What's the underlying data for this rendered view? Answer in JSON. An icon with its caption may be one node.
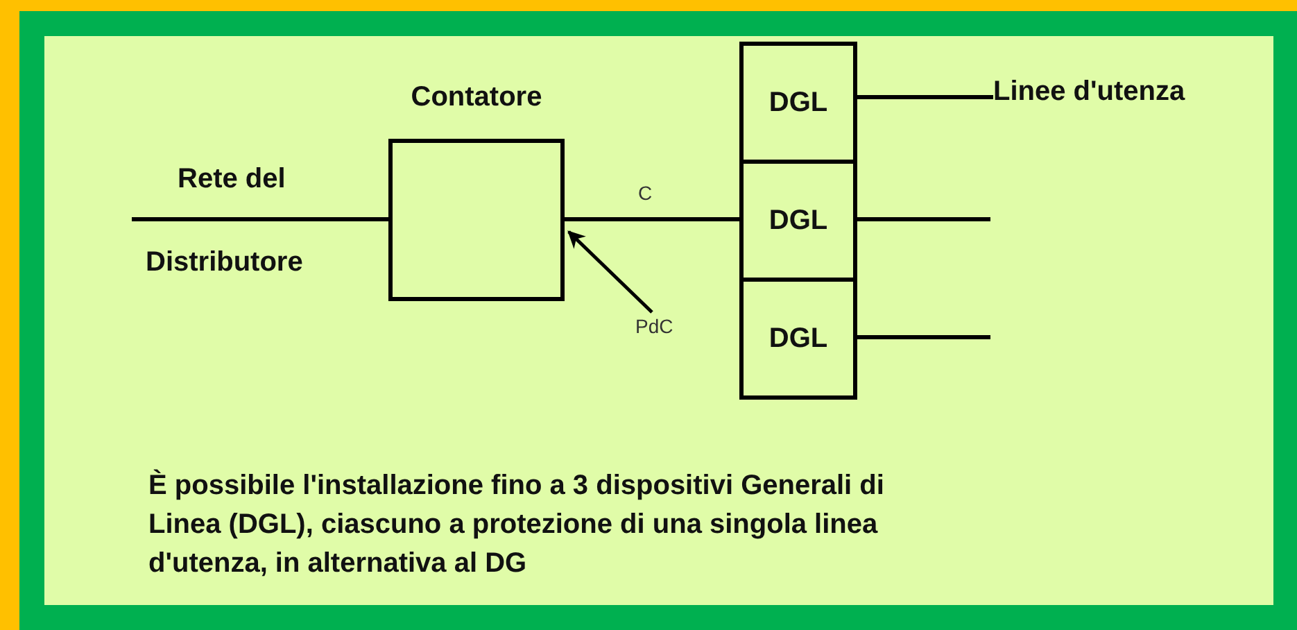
{
  "diagram": {
    "nodes": [
      {
        "text": [
          "Contatore"
        ]
      },
      {
        "text": [
          "DGL"
        ]
      },
      {
        "text": [
          "DGL"
        ]
      },
      {
        "text": [
          "DGL"
        ]
      },
      {
        "text": [
          "Linee d'utenza"
        ]
      },
      {
        "text": [
          "PdC"
        ]
      }
    ],
    "edges": [
      {
        "from": null,
        "to": 0,
        "arrow": "none"
      },
      {
        "from": 0,
        "to": 2,
        "arrow": "none",
        "label": "C"
      },
      {
        "from": 1,
        "to": 4,
        "arrow": "none"
      },
      {
        "from": 2,
        "to": null,
        "arrow": "none"
      },
      {
        "from": 3,
        "to": null,
        "arrow": "none"
      },
      {
        "from": 5,
        "to": 0,
        "arrow": "to"
      }
    ],
    "labels": [
      "Rete del",
      "Distributore",
      "È possibile l'installazione fino a 3 dispositivi Generali di Linea (DGL), ciascuno a protezione di una singola linea d'utenza, in alternativa al DG"
    ]
  }
}
